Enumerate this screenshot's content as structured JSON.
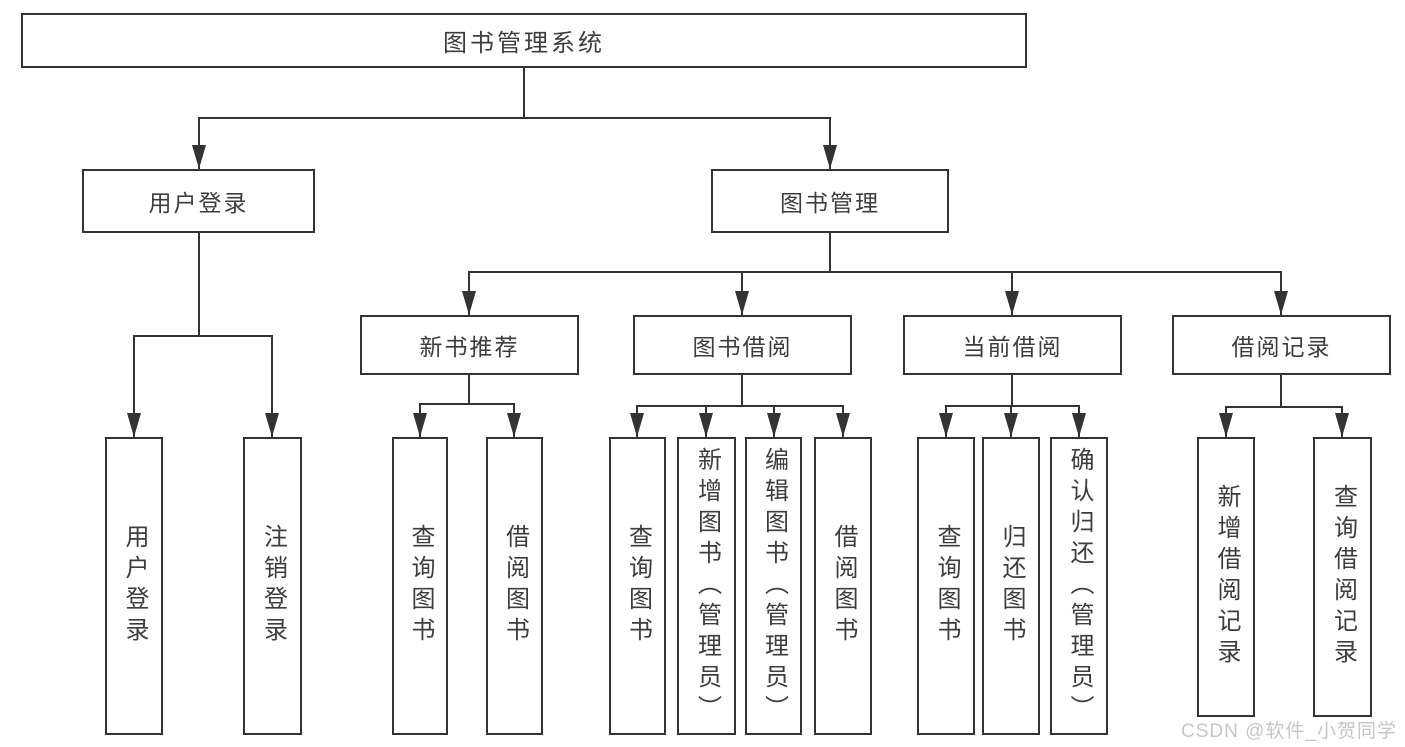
{
  "diagram": {
    "title_note": "functional structure tree",
    "root": {
      "label": "图书管理系统"
    },
    "branches": {
      "login": {
        "label": "用户登录",
        "children": [
          {
            "label": "用户登录"
          },
          {
            "label": "注销登录"
          }
        ]
      },
      "management": {
        "label": "图书管理",
        "sections": {
          "new_books": {
            "label": "新书推荐",
            "children": [
              {
                "label": "查询图书"
              },
              {
                "label": "借阅图书"
              }
            ]
          },
          "book_borrow": {
            "label": "图书借阅",
            "children": [
              {
                "label": "查询图书"
              },
              {
                "label": "新增图书（管理员）"
              },
              {
                "label": "编辑图书（管理员）"
              },
              {
                "label": "借阅图书"
              }
            ]
          },
          "current_borrow": {
            "label": "当前借阅",
            "children": [
              {
                "label": "查询图书"
              },
              {
                "label": "归还图书"
              },
              {
                "label": "确认归还（管理员）"
              }
            ]
          },
          "borrow_records": {
            "label": "借阅记录",
            "children": [
              {
                "label": "新增借阅记录"
              },
              {
                "label": "查询借阅记录"
              }
            ]
          }
        }
      }
    }
  },
  "watermark": "CSDN @软件_小贺同学",
  "colors": {
    "line": "#333333",
    "text": "#3d3d3d",
    "background": "#ffffff",
    "watermark": "#c6c6c6"
  }
}
